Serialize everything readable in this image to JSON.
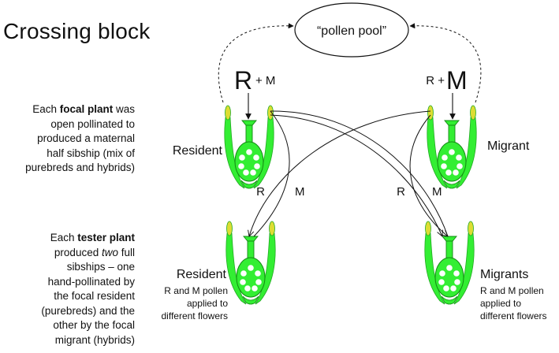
{
  "title": "Crossing block",
  "pollen_pool": "“pollen pool”",
  "left_source": {
    "big": "R",
    "small": "+ M"
  },
  "right_source": {
    "small": "R +",
    "big": "M"
  },
  "focal_description": {
    "line1_pre": "Each ",
    "line1_bold": "focal plant",
    "line1_post": " was",
    "line2": "open pollinated to",
    "line3": "produced a maternal",
    "line4": "half sibship (mix of",
    "line5": "purebreds and hybrids)"
  },
  "tester_description": {
    "line1_pre": "Each ",
    "line1_bold": "tester plant",
    "line2_pre": "produced ",
    "line2_italic": "two",
    "line2_post": " full",
    "line3": "sibships – one",
    "line4": "hand-pollinated by",
    "line5": "the focal resident",
    "line6": "(purebreds) and the",
    "line7": "other by the focal",
    "line8": "migrant (hybrids)"
  },
  "labels": {
    "resident_top": "Resident",
    "migrant_top": "Migrant",
    "resident_bottom": "Resident",
    "migrants_bottom": "Migrants"
  },
  "bottom_notes": {
    "resident": [
      "R and M pollen",
      "applied to",
      "different flowers"
    ],
    "migrants": [
      "R and M pollen",
      "applied to",
      "different flowers"
    ]
  },
  "arrow_labels": {
    "left_r": "R",
    "left_m": "M",
    "right_r": "R",
    "right_m": "M"
  },
  "colors": {
    "flower_green": "#33ee33",
    "anther_yellow": "#dddd33",
    "outline_dark_green": "#118811",
    "ovule_white": "#ffffff",
    "arrow": "#111111"
  }
}
